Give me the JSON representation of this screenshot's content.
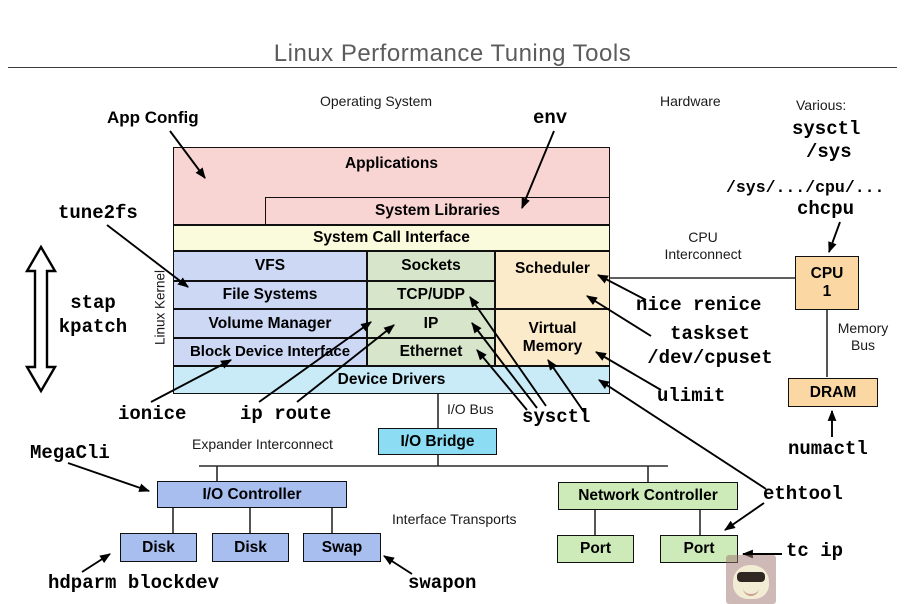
{
  "title": "Linux Performance Tuning Tools",
  "sections": {
    "operating_system": "Operating System",
    "hardware": "Hardware",
    "various": "Various:",
    "cpu_interconnect": "CPU\nInterconnect",
    "memory_bus": "Memory\nBus",
    "expander_interconnect": "Expander Interconnect",
    "interface_transports": "Interface Transports",
    "io_bus": "I/O Bus",
    "linux_kernel": "Linux Kernel"
  },
  "os": {
    "applications": "Applications",
    "system_libraries": "System Libraries",
    "system_call_interface": "System Call Interface",
    "storage_stack": [
      "VFS",
      "File Systems",
      "Volume Manager",
      "Block Device Interface"
    ],
    "network_stack": [
      "Sockets",
      "TCP/UDP",
      "IP",
      "Ethernet"
    ],
    "scheduler": "Scheduler",
    "virtual_memory": "Virtual Memory",
    "device_drivers": "Device Drivers"
  },
  "hardware": {
    "cpu": {
      "line1": "CPU",
      "line2": "1"
    },
    "dram": "DRAM",
    "io_bridge": "I/O Bridge",
    "io_controller": "I/O Controller",
    "network_controller": "Network Controller",
    "disk1": "Disk",
    "disk2": "Disk",
    "swap": "Swap",
    "port1": "Port",
    "port2": "Port"
  },
  "tools": {
    "app_config": "App Config",
    "env": "env",
    "tune2fs": "tune2fs",
    "stap_kpatch": "stap\nkpatch",
    "sysctl_various": "sysctl",
    "sys_various": "/sys",
    "sys_cpu_path": "/sys/.../cpu/...",
    "chcpu": "chcpu",
    "nice_renice": "nice renice",
    "taskset_cpuset": "taskset\n/dev/cpuset",
    "ulimit": "ulimit",
    "sysctl": "sysctl",
    "ionice": "ionice",
    "ip_route": "ip route",
    "megacli": "MegaCli",
    "hdparm_blockdev": "hdparm blockdev",
    "swapon": "swapon",
    "ethtool": "ethtool",
    "tc_ip": "tc ip",
    "numactl": "numactl"
  },
  "colors": {
    "pink": "#f8d4d3",
    "pale_yellow": "#fafadc",
    "lavender": "#ccd8f4",
    "sage_green": "#d7e5cb",
    "peach": "#fcebca",
    "light_cyan": "#c9eaf7",
    "bright_cyan": "#8cdcf4",
    "io_blue": "#a7beef",
    "hw_green": "#cdeab9",
    "hw_orange": "#fbd7a4"
  }
}
